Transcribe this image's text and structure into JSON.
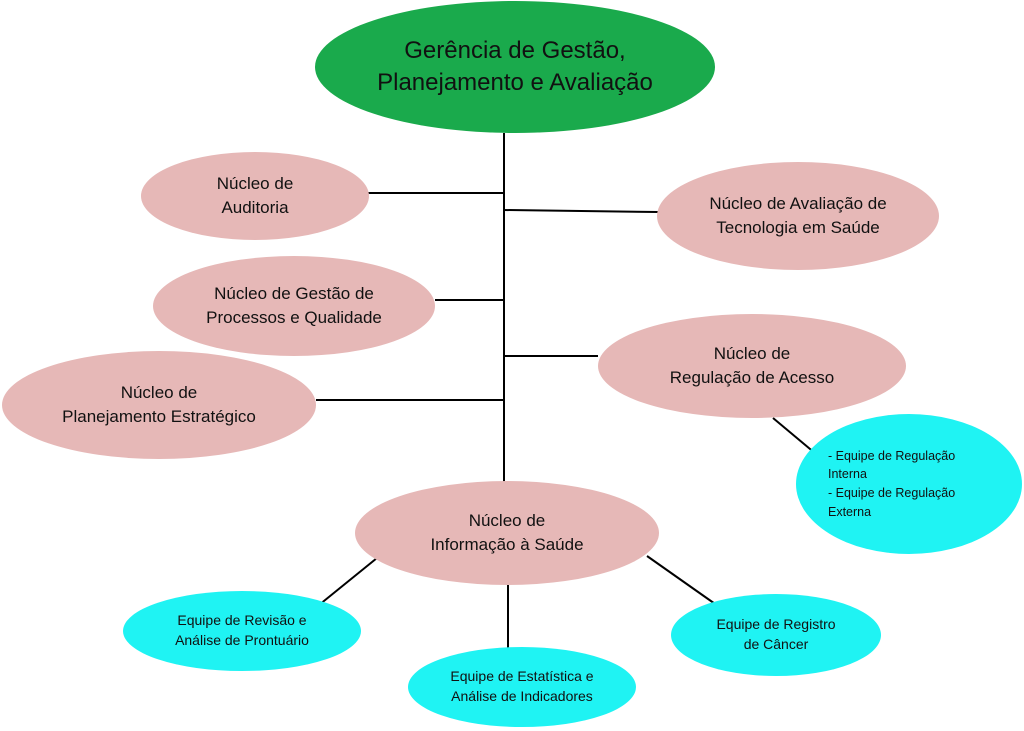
{
  "colors": {
    "root_fill": "#1aaa4c",
    "nucleo_fill": "#e6b8b7",
    "team_fill": "#1ff3f3",
    "connector": "#000000"
  },
  "diagram": {
    "root": "Gerência de Gestão,\nPlanejamento e Avaliação",
    "nucleos": {
      "auditoria": "Núcleo de\nAuditoria",
      "avaliacao_tecnologia": "Núcleo de Avaliação de\nTecnologia em Saúde",
      "gestao_processos": "Núcleo de Gestão de\nProcessos e Qualidade",
      "regulacao_acesso": "Núcleo de\nRegulação de Acesso",
      "planejamento_estrategico": "Núcleo de\nPlanejamento Estratégico",
      "informacao_saude": "Núcleo de\nInformação à Saúde"
    },
    "equipes": {
      "regulacao": "- Equipe de Regulação\nInterna\n- Equipe de Regulação\nExterna",
      "revisao_prontuario": "Equipe de Revisão e\nAnálise de Prontuário",
      "estatistica_indicadores": "Equipe de Estatística e\nAnálise de Indicadores",
      "registro_cancer": "Equipe de Registro\nde Câncer"
    }
  }
}
